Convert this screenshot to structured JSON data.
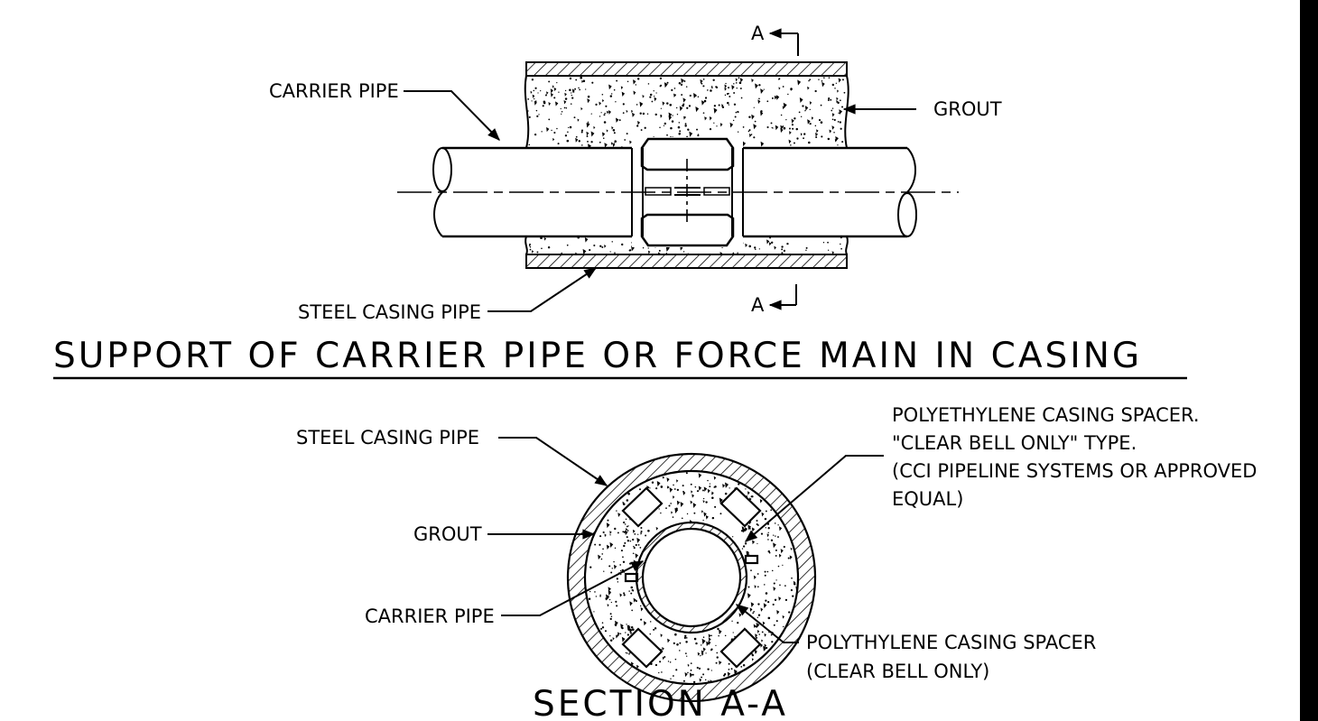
{
  "elevation": {
    "title": "SUPPORT OF CARRIER PIPE OR FORCE MAIN IN CASING",
    "labels": {
      "carrier_pipe": "CARRIER PIPE",
      "grout": "GROUT",
      "steel_casing_pipe": "STEEL CASING PIPE",
      "section_mark_top": "A",
      "section_mark_bottom": "A"
    }
  },
  "section": {
    "title": "SECTION A-A",
    "labels": {
      "steel_casing_pipe": "STEEL CASING PIPE",
      "grout": "GROUT",
      "carrier_pipe": "CARRIER PIPE",
      "spacer_note_1": "POLYETHYLENE CASING SPACER.",
      "spacer_note_2": "\"CLEAR BELL ONLY\" TYPE.",
      "spacer_note_3": "(CCI PIPELINE SYSTEMS OR APPROVED",
      "spacer_note_4": "EQUAL)",
      "spacer_bottom_1": "POLYTHYLENE CASING SPACER",
      "spacer_bottom_2": "(CLEAR BELL ONLY)"
    }
  },
  "colors": {
    "ink": "#000000",
    "paper": "#ffffff"
  }
}
